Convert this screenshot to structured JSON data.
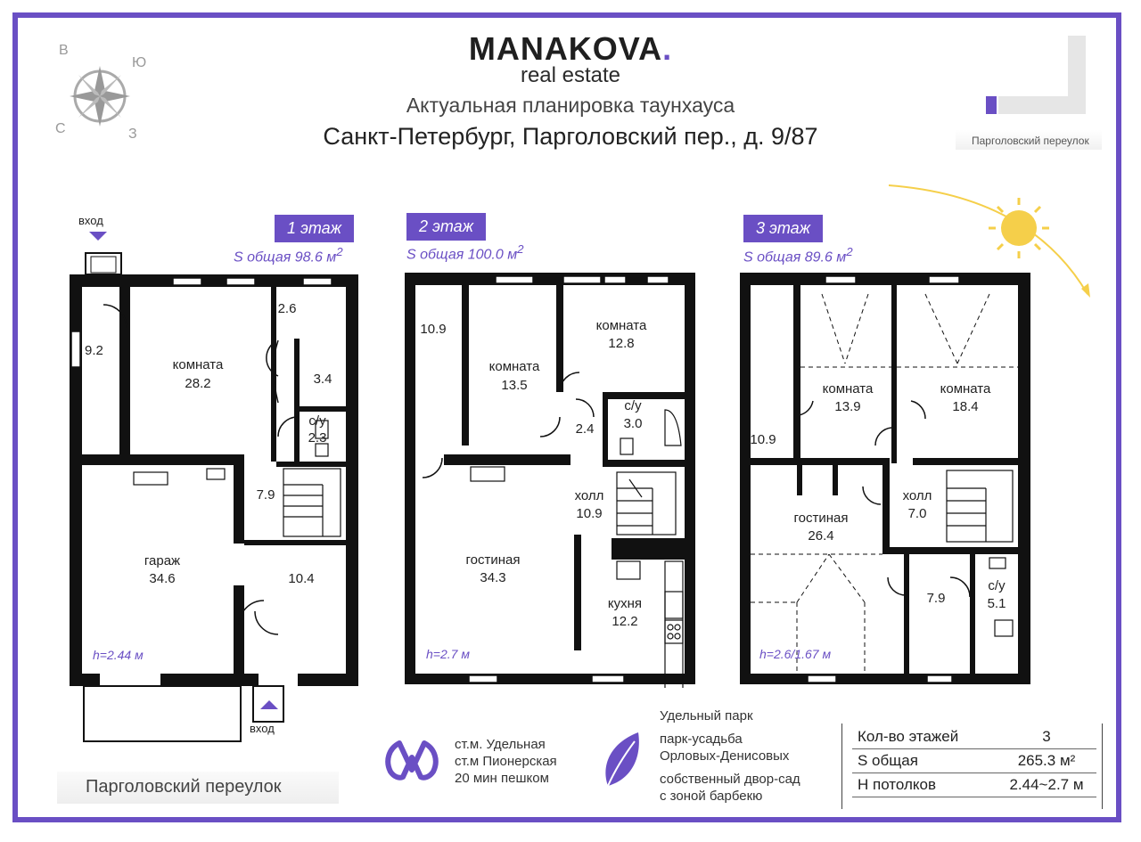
{
  "brand": {
    "name": "MANAKOVA",
    "dot": ".",
    "sub": "real estate"
  },
  "subtitle": "Актуальная  планировка таунхауса",
  "address": "Санкт-Петербург, Парголовский пер., д. 9/87",
  "compass": {
    "n": "В",
    "e": "Ю",
    "s": "З",
    "w": "С"
  },
  "street_mini": "Парголовский переулок",
  "street_big": "Парголовский переулок",
  "accent": "#6a4fc4",
  "sun_color": "#f5cf4a",
  "floors": [
    {
      "badge": "1 этаж",
      "area": "S общая 98.6 м",
      "sup": "2",
      "height": "h=2.44 м",
      "entry_top": "вход",
      "entry_bottom": "вход",
      "rooms": [
        {
          "id": "r1",
          "name": "",
          "value": "9.2"
        },
        {
          "id": "r2",
          "name": "комната",
          "value": "28.2"
        },
        {
          "id": "r3",
          "name": "",
          "value": "2.6"
        },
        {
          "id": "r4",
          "name": "",
          "value": "3.4"
        },
        {
          "id": "r5",
          "name": "с/у",
          "value": "2.3"
        },
        {
          "id": "r6",
          "name": "",
          "value": "7.9"
        },
        {
          "id": "r7",
          "name": "гараж",
          "value": "34.6"
        },
        {
          "id": "r8",
          "name": "",
          "value": "10.4"
        }
      ]
    },
    {
      "badge": "2 этаж",
      "area": "S общая 100.0 м",
      "sup": "2",
      "height": "h=2.7 м",
      "rooms": [
        {
          "id": "r1",
          "name": "",
          "value": "10.9"
        },
        {
          "id": "r2",
          "name": "комната",
          "value": "13.5"
        },
        {
          "id": "r3",
          "name": "комната",
          "value": "12.8"
        },
        {
          "id": "r4",
          "name": "",
          "value": "2.4"
        },
        {
          "id": "r5",
          "name": "с/у",
          "value": "3.0"
        },
        {
          "id": "r6",
          "name": "холл",
          "value": "10.9"
        },
        {
          "id": "r7",
          "name": "гостиная",
          "value": "34.3"
        },
        {
          "id": "r8",
          "name": "кухня",
          "value": "12.2"
        }
      ]
    },
    {
      "badge": "3 этаж",
      "area": "S общая 89.6 м",
      "sup": "2",
      "height": "h=2.6/1.67 м",
      "rooms": [
        {
          "id": "r1",
          "name": "",
          "value": "10.9"
        },
        {
          "id": "r2",
          "name": "комната",
          "value": "13.9"
        },
        {
          "id": "r3",
          "name": "комната",
          "value": "18.4"
        },
        {
          "id": "r4",
          "name": "гостиная",
          "value": "26.4"
        },
        {
          "id": "r5",
          "name": "холл",
          "value": "7.0"
        },
        {
          "id": "r6",
          "name": "",
          "value": "7.9"
        },
        {
          "id": "r7",
          "name": "с/у",
          "value": "5.1"
        }
      ]
    }
  ],
  "metro": {
    "line1": "ст.м. Удельная",
    "line2": "ст.м Пионерская",
    "line3": "20 мин пешком"
  },
  "park": {
    "line1": "Удельный парк",
    "line2": "парк-усадьба",
    "line3": "Орловых-Денисовых",
    "line4": "собственный двор-сад",
    "line5": "с зоной барбекю"
  },
  "params": [
    {
      "key": "Кол-во этажей",
      "value": "3"
    },
    {
      "key": "S общая",
      "value": "265.3 м²"
    },
    {
      "key": "Н потолков",
      "value": "2.44~2.7 м"
    }
  ]
}
